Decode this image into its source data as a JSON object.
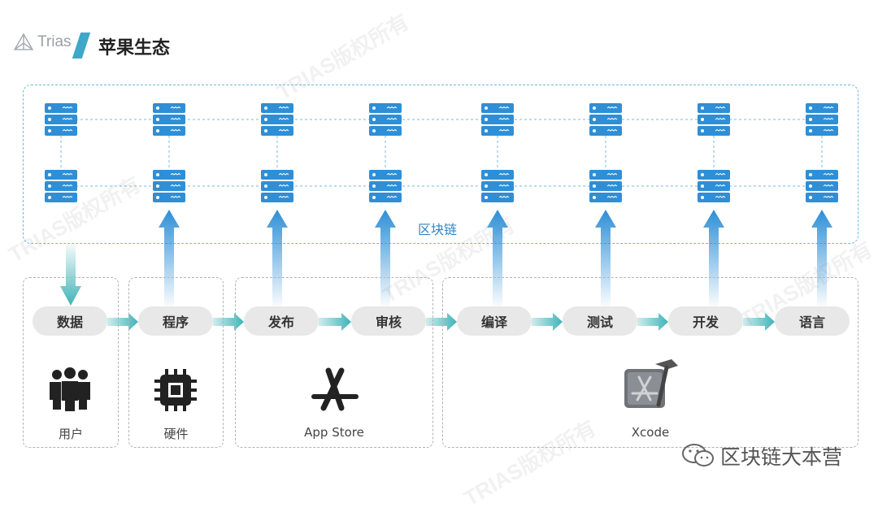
{
  "header": {
    "logo_text": "Trias",
    "title": "苹果生态"
  },
  "blockchain": {
    "label": "区块链"
  },
  "steps": [
    {
      "label": "数据"
    },
    {
      "label": "程序"
    },
    {
      "label": "发布"
    },
    {
      "label": "审核"
    },
    {
      "label": "编译"
    },
    {
      "label": "测试"
    },
    {
      "label": "开发"
    },
    {
      "label": "语言"
    }
  ],
  "groups": [
    {
      "caption": "用户",
      "icon": "users-icon"
    },
    {
      "caption": "硬件",
      "icon": "chip-icon"
    },
    {
      "caption": "App Store",
      "icon": "app-store-icon"
    },
    {
      "caption": "Xcode",
      "icon": "xcode-icon"
    }
  ],
  "watermark": "TRIAS版权所有",
  "brand": {
    "text": "区块链大本营",
    "icon": "wechat-icon"
  },
  "colors": {
    "accent": "#2f86c6",
    "arrow_teal": "#3fb3b8",
    "server_blue": "#2e8fd6"
  }
}
